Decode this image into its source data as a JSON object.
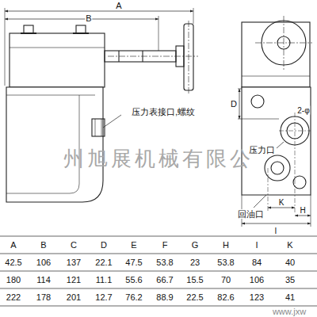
{
  "diagram": {
    "labels": [
      "A",
      "B",
      "压力表接口,螺纹",
      "D",
      "2-φ",
      "压力口",
      "K",
      "H",
      "回油口",
      "I",
      "州旭展机械有限公",
      "A",
      "B",
      "C",
      "D",
      "E",
      "F",
      "G",
      "H",
      "I",
      "K",
      "42.5",
      "106",
      "137",
      "22.1",
      "47.5",
      "53.8",
      "23",
      "53.8",
      "84",
      "40",
      "180",
      "114",
      "121",
      "11.1",
      "55.6",
      "66.7",
      "15.5",
      "70",
      "106",
      "35",
      "222",
      "178",
      "201",
      "12.7",
      "76.2",
      "88.9",
      "22.5",
      "82.6",
      "123",
      "41",
      "www.jxw"
    ]
  }
}
